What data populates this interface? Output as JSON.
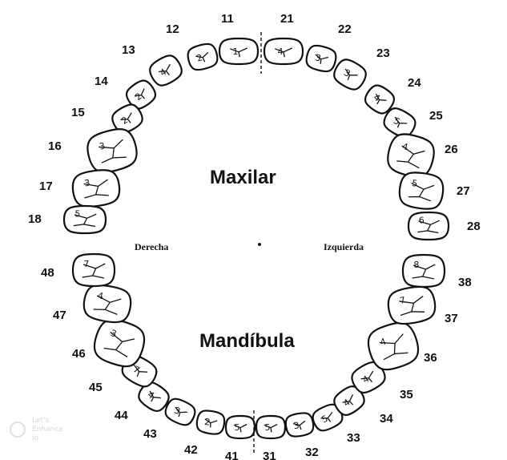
{
  "labels": {
    "upper_title": "Maxilar",
    "lower_title": "Mandíbula",
    "left_side": "Derecha",
    "right_side": "Izquierda",
    "watermark_1": "Let's",
    "watermark_2": "Enhance",
    "watermark_3": "io"
  },
  "teeth": [
    {
      "fdi": "11",
      "inner": "1"
    },
    {
      "fdi": "12",
      "inner": "2"
    },
    {
      "fdi": "13",
      "inner": "4"
    },
    {
      "fdi": "14",
      "inner": "2"
    },
    {
      "fdi": "15",
      "inner": "2"
    },
    {
      "fdi": "16",
      "inner": "3"
    },
    {
      "fdi": "17",
      "inner": "3"
    },
    {
      "fdi": "18",
      "inner": "5"
    },
    {
      "fdi": "21",
      "inner": "4"
    },
    {
      "fdi": "22",
      "inner": "3"
    },
    {
      "fdi": "23",
      "inner": "3"
    },
    {
      "fdi": "24",
      "inner": "4"
    },
    {
      "fdi": "25",
      "inner": "5"
    },
    {
      "fdi": "26",
      "inner": "4"
    },
    {
      "fdi": "27",
      "inner": "5"
    },
    {
      "fdi": "28",
      "inner": "6"
    },
    {
      "fdi": "31",
      "inner": "5"
    },
    {
      "fdi": "32",
      "inner": "3"
    },
    {
      "fdi": "33",
      "inner": "5"
    },
    {
      "fdi": "34",
      "inner": "4"
    },
    {
      "fdi": "35",
      "inner": "4"
    },
    {
      "fdi": "36",
      "inner": "4"
    },
    {
      "fdi": "37",
      "inner": "7"
    },
    {
      "fdi": "38",
      "inner": "8"
    },
    {
      "fdi": "41",
      "inner": "5"
    },
    {
      "fdi": "42",
      "inner": "2"
    },
    {
      "fdi": "43",
      "inner": "3"
    },
    {
      "fdi": "44",
      "inner": "4"
    },
    {
      "fdi": "45",
      "inner": "7"
    },
    {
      "fdi": "46",
      "inner": "3"
    },
    {
      "fdi": "47",
      "inner": "4"
    },
    {
      "fdi": "48",
      "inner": "7"
    }
  ]
}
